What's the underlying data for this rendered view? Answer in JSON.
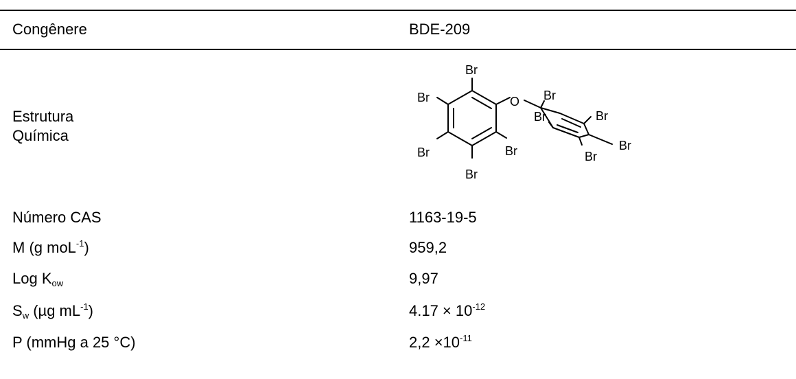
{
  "header": {
    "col1": "Congênere",
    "col2": "BDE-209"
  },
  "rows": {
    "structure": {
      "label_line1": "Estrutura",
      "label_line2": "Química",
      "atoms": {
        "br": "Br",
        "o": "O"
      }
    },
    "cas": {
      "label": "Número CAS",
      "value": "1163-19-5"
    },
    "molar_mass": {
      "label_main": "M (g moL",
      "label_sup": "-1",
      "label_end": ")",
      "value": "959,2"
    },
    "logkow": {
      "label_main": "Log K",
      "label_sub": "ow",
      "value": "9,97"
    },
    "solubility": {
      "label_main": "S",
      "label_sub": "w",
      "label_mid": " (µg mL",
      "label_sup": "-1",
      "label_end": ")",
      "value_main": "4.17 × 10",
      "value_sup": "-12"
    },
    "pressure": {
      "label": "P (mmHg a 25 °C)",
      "value_main": "2,2 ×10",
      "value_sup": "-11"
    }
  }
}
